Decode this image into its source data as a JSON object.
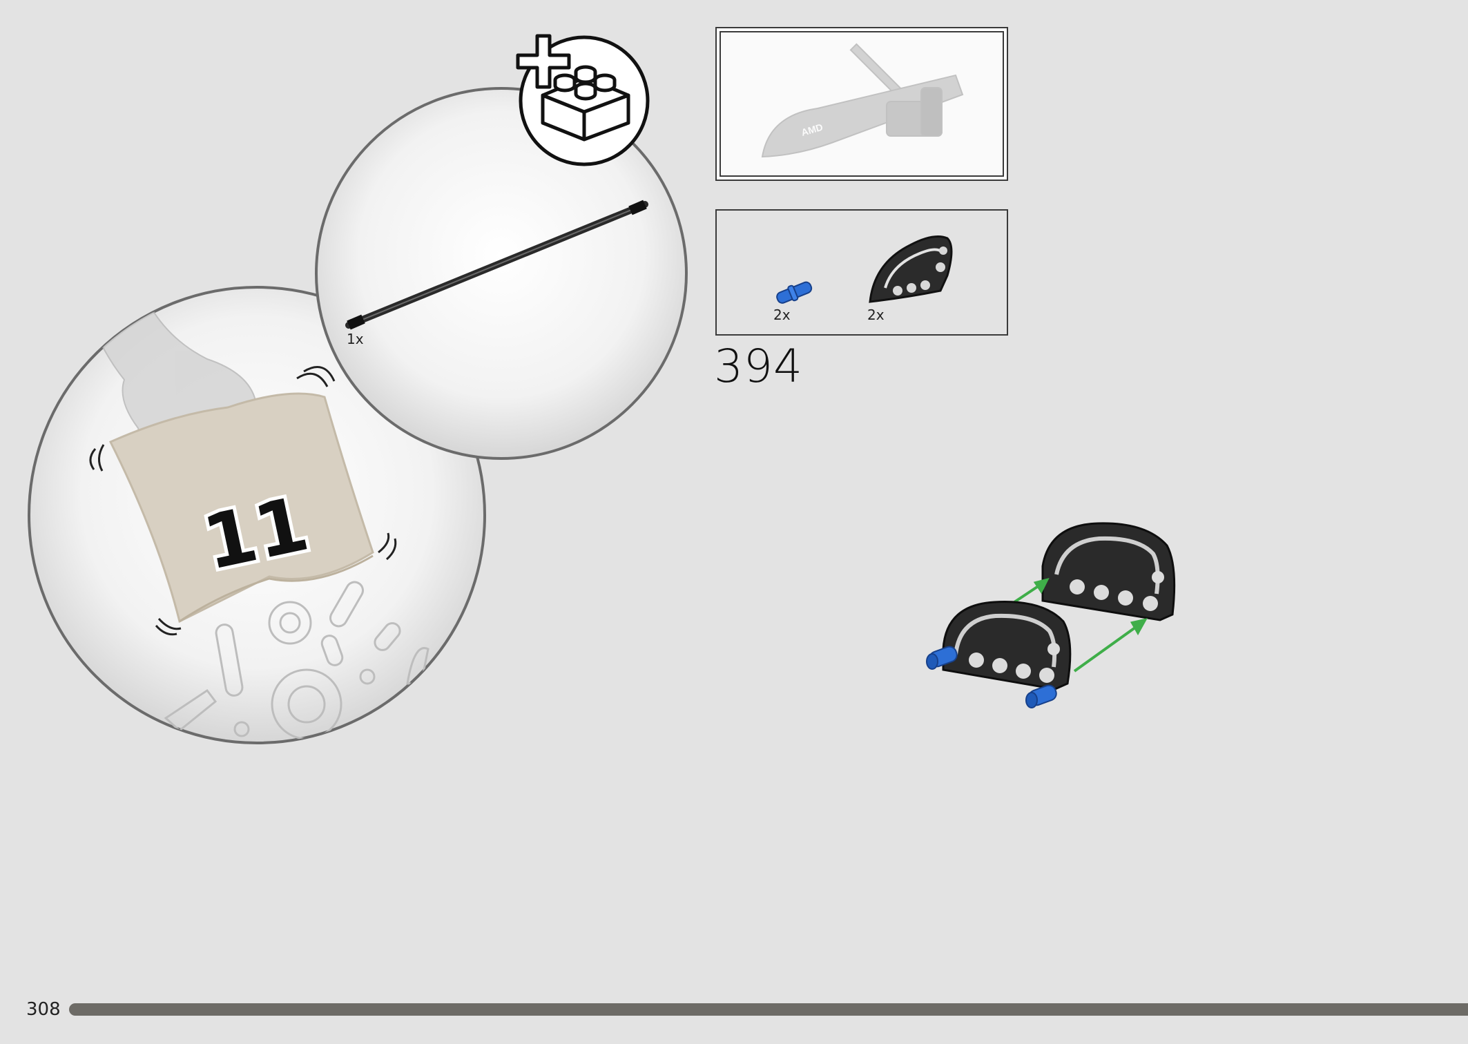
{
  "page": {
    "page_number": "308",
    "step_number": "394",
    "progress_fraction": 1.0
  },
  "bag_callout": {
    "bag_number": "11",
    "axle_quantity": "1x"
  },
  "parts_list": {
    "items": [
      {
        "icon": "blue-connector-pin-icon",
        "quantity": "2x"
      },
      {
        "icon": "curved-beam-icon",
        "quantity": "2x"
      }
    ]
  },
  "colors": {
    "background": "#e3e3e3",
    "part_blue": "#2d6fd6",
    "arrow_green": "#3fae49",
    "progress_bar": "#6d6b66"
  }
}
